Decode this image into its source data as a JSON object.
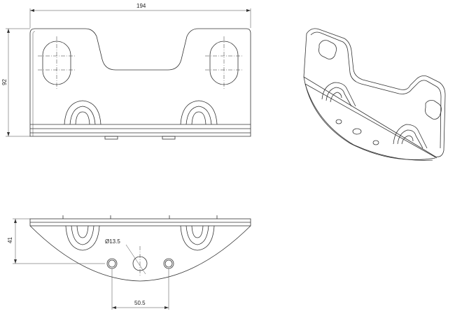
{
  "drawing": {
    "dimensions": {
      "top_width": "194",
      "top_height": "92",
      "front_height": "41",
      "hole_diameter": "Ø13.5",
      "hole_spacing": "50.5"
    }
  }
}
